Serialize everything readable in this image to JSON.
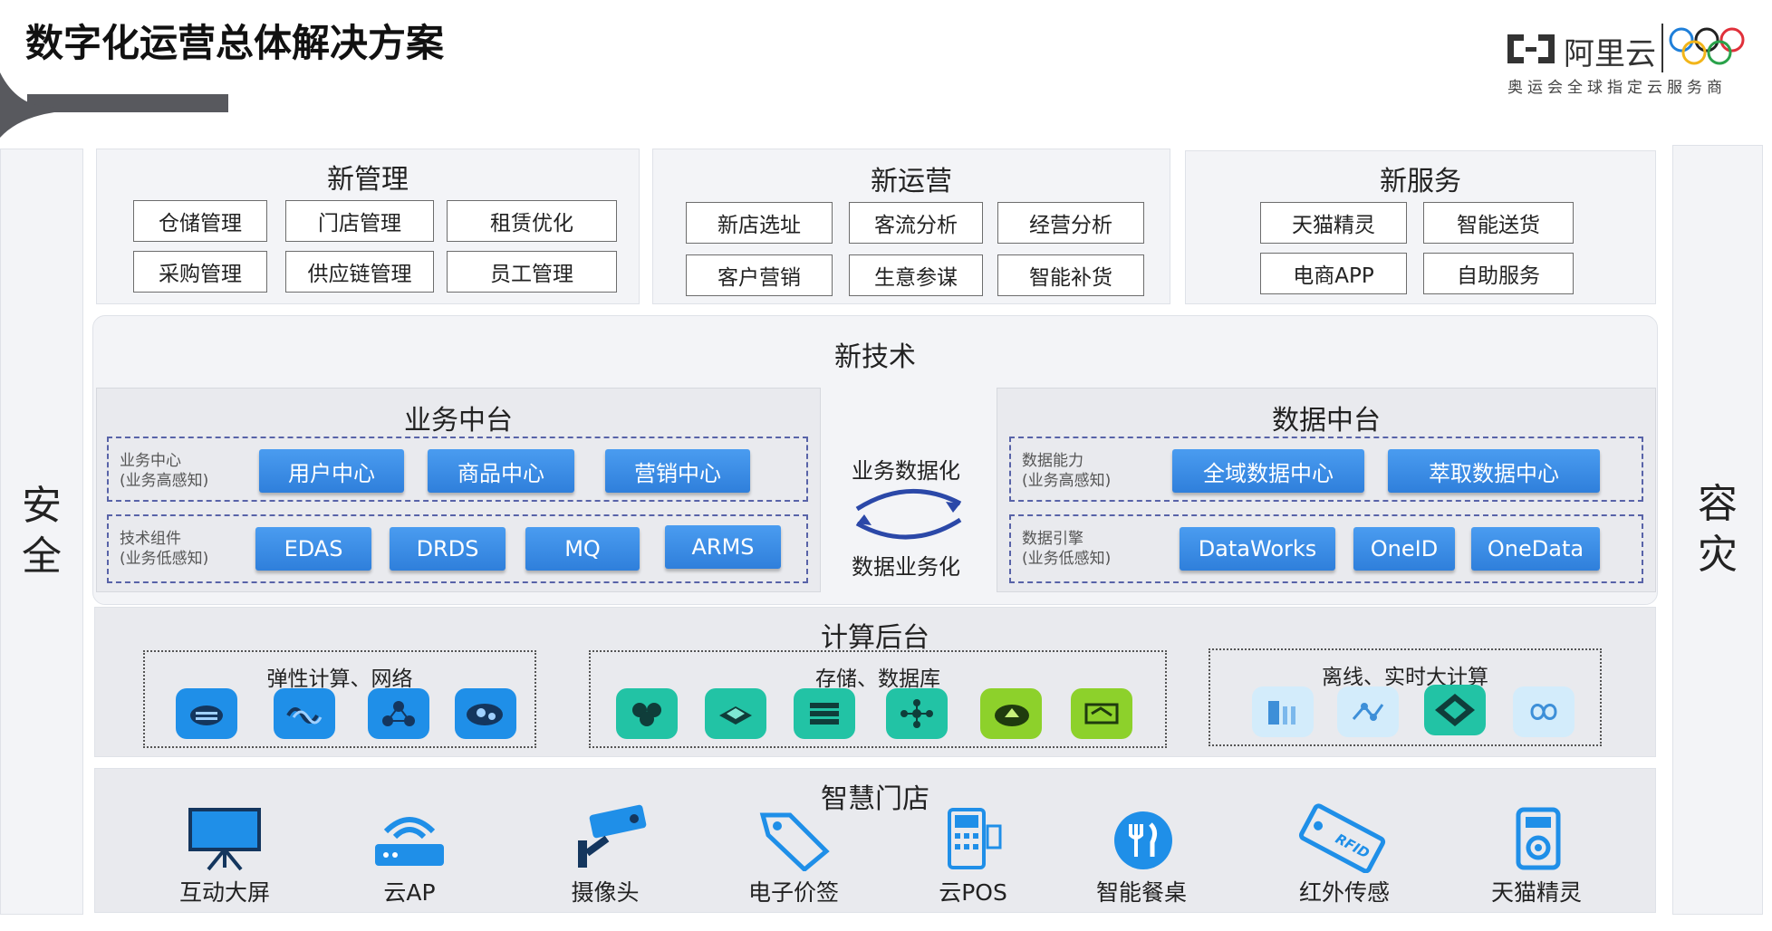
{
  "title": "数字化运营总体解决方案",
  "logo": {
    "brand": "阿里云",
    "tagline": "奥运会全球指定云服务商"
  },
  "side": {
    "left": [
      "安",
      "全"
    ],
    "right": [
      "容",
      "灾"
    ]
  },
  "top_sections": [
    {
      "name": "新管理",
      "items": [
        "仓储管理",
        "门店管理",
        "租赁优化",
        "采购管理",
        "供应链管理",
        "员工管理"
      ]
    },
    {
      "name": "新运营",
      "items": [
        "新店选址",
        "客流分析",
        "经营分析",
        "客户营销",
        "生意参谋",
        "智能补货"
      ]
    },
    {
      "name": "新服务",
      "items": [
        "天猫精灵",
        "智能送货",
        "电商APP",
        "自助服务"
      ]
    }
  ],
  "tech": {
    "title": "新技术",
    "business": {
      "title": "业务中台",
      "row1": {
        "label": [
          "业务中心",
          "(业务高感知)"
        ],
        "items": [
          "用户中心",
          "商品中心",
          "营销中心"
        ]
      },
      "row2": {
        "label": [
          "技术组件",
          "(业务低感知)"
        ],
        "items": [
          "EDAS",
          "DRDS",
          "MQ",
          "ARMS"
        ]
      }
    },
    "sync": {
      "top": "业务数据化",
      "bottom": "数据业务化"
    },
    "data": {
      "title": "数据中台",
      "row1": {
        "label": [
          "数据能力",
          "(业务高感知)"
        ],
        "items": [
          "全域数据中心",
          "萃取数据中心"
        ]
      },
      "row2": {
        "label": [
          "数据引擎",
          "(业务低感知)"
        ],
        "items": [
          "DataWorks",
          "OneID",
          "OneData"
        ]
      }
    }
  },
  "compute": {
    "title": "计算后台",
    "groups": [
      {
        "name": "弹性计算、网络",
        "icons": [
          "cloud-server-icon",
          "network-wave-icon",
          "topology-icon",
          "cloud-link-icon"
        ]
      },
      {
        "name": "存储、数据库",
        "icons": [
          "db-cluster-icon",
          "storage-layer-icon",
          "database-stack-icon",
          "db-tree-icon",
          "cloud-backup-icon",
          "data-transfer-icon"
        ]
      },
      {
        "name": "离线、实时大计算",
        "icons": [
          "bigdata-bars-icon",
          "stream-compute-icon",
          "realtime-compute-icon",
          "infinite-compute-icon"
        ]
      }
    ]
  },
  "store": {
    "title": "智慧门店",
    "devices": [
      "互动大屏",
      "云AP",
      "摄像头",
      "电子价签",
      "云POS",
      "智能餐桌",
      "红外传感",
      "天猫精灵"
    ],
    "rfid_text": "RFID"
  },
  "colors": {
    "blue_btn": "#3a8ae6",
    "dashed": "#5863a8",
    "icon_blue": "#1f8fe8",
    "icon_teal": "#22c3a5",
    "icon_green": "#8dd12b"
  }
}
